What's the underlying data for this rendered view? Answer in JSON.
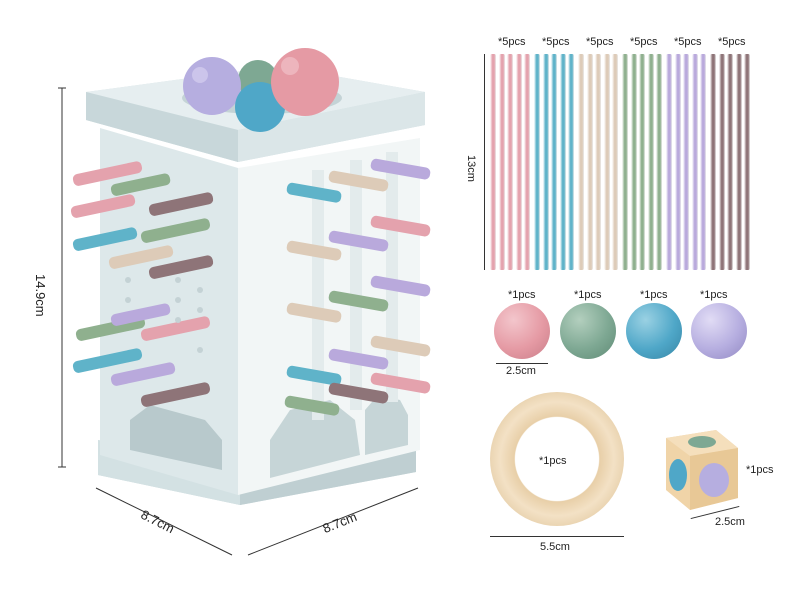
{
  "tower": {
    "height_label": "14.9cm",
    "width_label_left": "8.7cm",
    "width_label_right": "8.7cm",
    "body_color": "#dfe9ea"
  },
  "sticks": {
    "size_label": "13cm",
    "groups": [
      {
        "qty": "*5pcs",
        "color": "#e4a2ad"
      },
      {
        "qty": "*5pcs",
        "color": "#5fb3c9"
      },
      {
        "qty": "*5pcs",
        "color": "#ddcbb8"
      },
      {
        "qty": "*5pcs",
        "color": "#8fb08e"
      },
      {
        "qty": "*5pcs",
        "color": "#b9a9dc"
      },
      {
        "qty": "*5pcs",
        "color": "#8e7478"
      }
    ]
  },
  "balls": {
    "size_label": "2.5cm",
    "items": [
      {
        "qty": "*1pcs",
        "color": "#e59aa4"
      },
      {
        "qty": "*1pcs",
        "color": "#7ea893"
      },
      {
        "qty": "*1pcs",
        "color": "#4fa7c8"
      },
      {
        "qty": "*1pcs",
        "color": "#b6aee0"
      }
    ]
  },
  "ring": {
    "qty": "*1pcs",
    "size_label": "5.5cm",
    "color": "#f0dcbc"
  },
  "dice": {
    "qty": "*1pcs",
    "size_label": "2.5cm",
    "color": "#f0d4a8"
  }
}
